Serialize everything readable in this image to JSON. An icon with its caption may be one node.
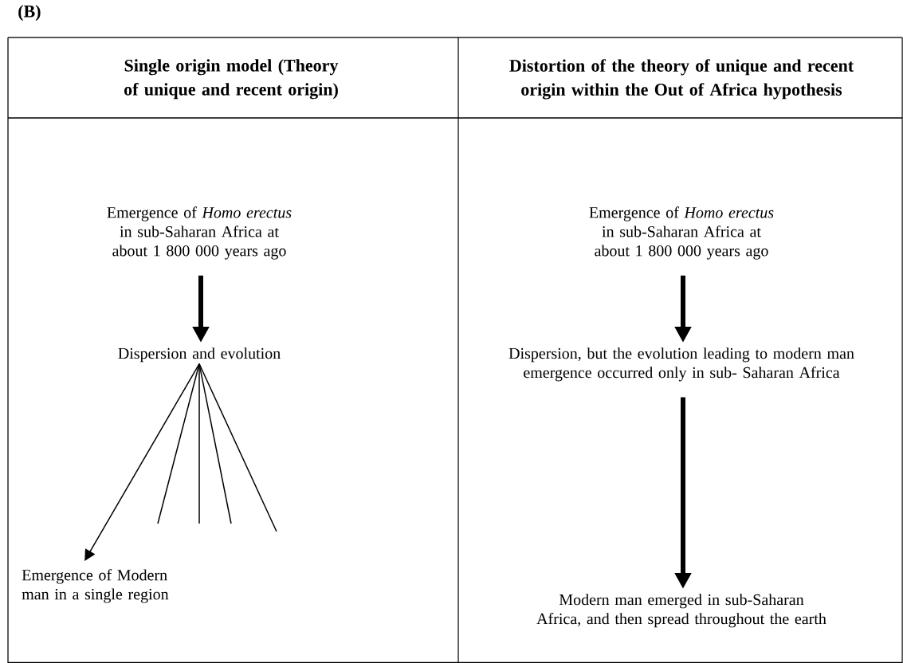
{
  "diagram": {
    "nodes": [
      {
        "text": [
          "Single origin model (Theory of unique and recent origin)"
        ]
      },
      {
        "text": [
          "Distortion of the theory of unique and recent origin within the Out of Africa hypothesis"
        ]
      },
      {
        "text": [
          "Emergence of *Homo erectus* in sub-Saharan Africa at about 1 800 000 years ago"
        ]
      },
      {
        "text": [
          "Dispersion and evolution"
        ]
      },
      {
        "text": [
          "Emergence of Modern man in a single region"
        ]
      },
      {
        "text": [
          "Emergence of *Homo erectus* in sub-Saharan Africa at about 1 800 000 years ago"
        ]
      },
      {
        "text": [
          "Dispersion, but the evolution leading to modern man emergence occurred only in sub- Saharan Africa"
        ]
      },
      {
        "text": [
          "Modern man emerged in sub-Saharan Africa, and then spread throughout the earth"
        ]
      }
    ],
    "edges": [
      {
        "from": 2,
        "to": 3,
        "arrow": "to",
        "style": "thick"
      },
      {
        "from": 3,
        "to": 4,
        "arrow": "to"
      },
      {
        "from": 3,
        "to": null,
        "arrow": "none"
      },
      {
        "from": 3,
        "to": null,
        "arrow": "none"
      },
      {
        "from": 3,
        "to": null,
        "arrow": "none"
      },
      {
        "from": 3,
        "to": null,
        "arrow": "none"
      },
      {
        "from": 5,
        "to": 6,
        "arrow": "to",
        "style": "thick"
      },
      {
        "from": 6,
        "to": 7,
        "arrow": "to",
        "style": "thick"
      }
    ],
    "labels": [
      "(B)"
    ]
  }
}
